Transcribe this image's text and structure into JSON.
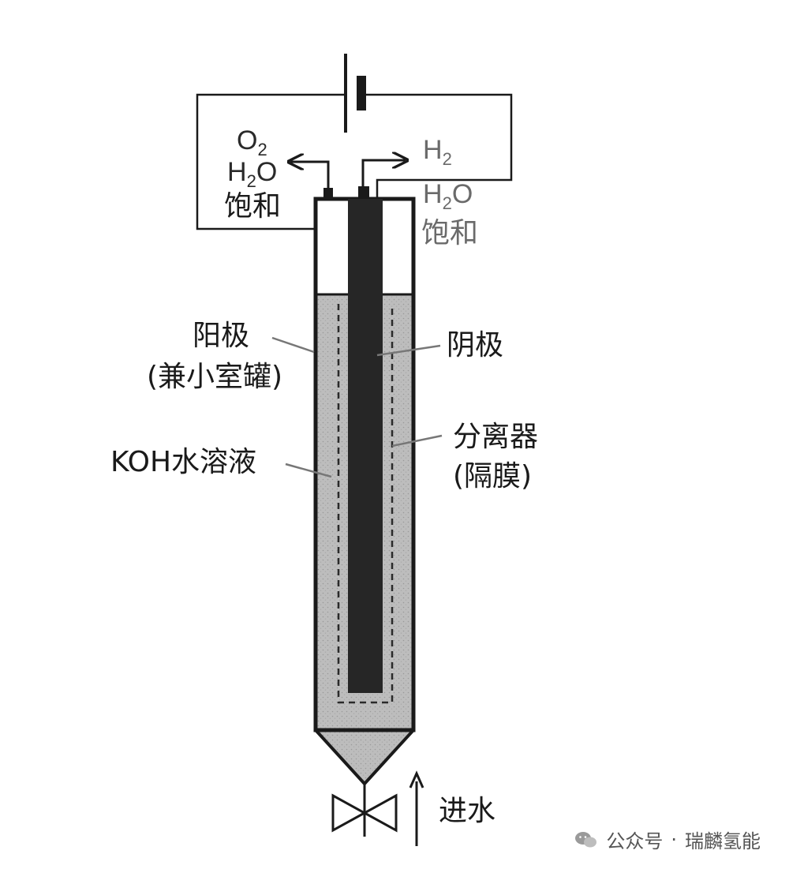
{
  "labels": {
    "anode_gas": {
      "o2": "O",
      "o2_sub": "2",
      "h2o": "H",
      "h2o_sub": "2",
      "h2o_tail": "O",
      "saturated": "饱和"
    },
    "cathode_gas": {
      "h2": "H",
      "h2_sub": "2",
      "h2o": "H",
      "h2o_sub": "2",
      "h2o_tail": "O",
      "saturated": "饱和"
    },
    "anode": "阳极",
    "anode_note": "(兼小室罐)",
    "cathode": "阴极",
    "separator": "分离器",
    "separator_note": "(隔膜)",
    "electrolyte": "KOH水溶液",
    "water_in": "进水"
  },
  "watermark": {
    "prefix": "公众号",
    "dot": "·",
    "account": "瑞麟氢能"
  },
  "colors": {
    "electrolyte_fill": "#b8b8b8",
    "cathode_rod": "#262626",
    "line": "#1a1a1a"
  }
}
